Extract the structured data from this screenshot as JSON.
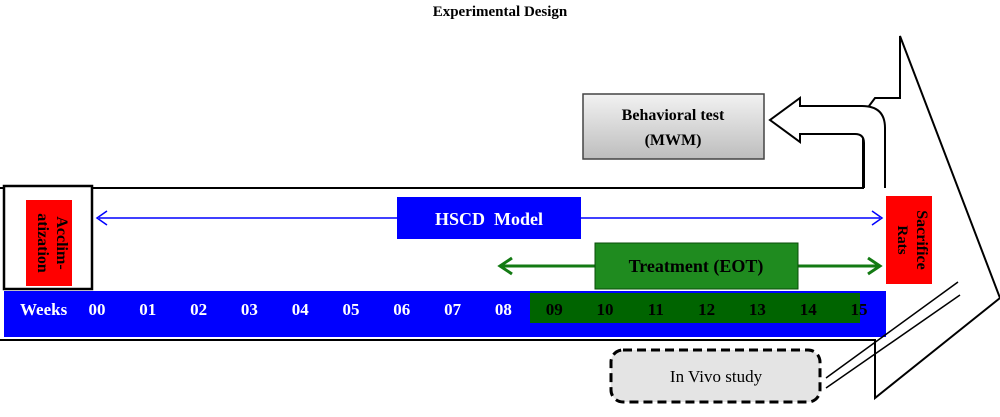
{
  "title": "Experimental Design",
  "acclimatization_label": [
    "Acclim-",
    "atization"
  ],
  "hscd_label": "HSCD  Model",
  "treatment_label": "Treatment (EOT)",
  "sacrifice_label": [
    "Sacrifice",
    "Rats"
  ],
  "behavioral_label": [
    "Behavioral test",
    "(MWM)"
  ],
  "invivo_label": "In Vivo study",
  "weeks_label": "Weeks",
  "weeks": [
    "00",
    "01",
    "02",
    "03",
    "04",
    "05",
    "06",
    "07",
    "08",
    "09",
    "10",
    "11",
    "12",
    "13",
    "14",
    "15"
  ],
  "colors": {
    "timeline_blue": "#0000ff",
    "treatment_green": "#006400",
    "treatment_box": "#1f8b1f",
    "arrow_blue": "#0000ff",
    "arrow_green": "#137a13",
    "red_label": "#ff0000",
    "behavior_box": "#cfcfcf"
  }
}
